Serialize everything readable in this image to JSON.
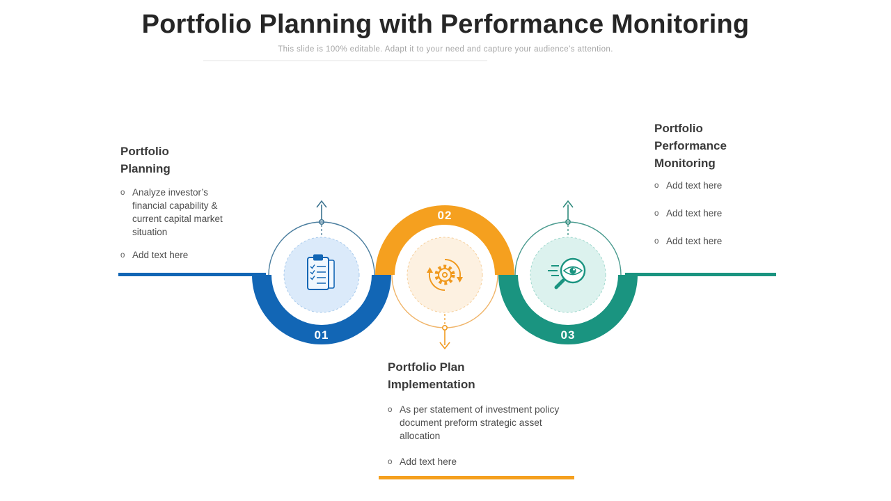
{
  "slide": {
    "title": "Portfolio Planning with Performance Monitoring",
    "subtitle": "This slide is 100% editable. Adapt it to your need and capture your audience’s attention."
  },
  "ui": {
    "bullet_marker": "o"
  },
  "colors": {
    "step1_blue": "#1266b5",
    "step2_orange": "#f5a01f",
    "step3_teal": "#1a9480"
  },
  "steps": [
    {
      "number": "01",
      "label": "Portfolio Planning",
      "icon": "clipboard-checklist-icon",
      "color": "#1266b5",
      "bullets": [
        "Analyze investor’s financial capability & current capital market situation",
        "Add text here"
      ]
    },
    {
      "number": "02",
      "label": "Portfolio Plan Implementation",
      "icon": "sync-gear-icon",
      "color": "#f5a01f",
      "bullets": [
        "As per statement of investment policy document preform strategic asset allocation",
        "Add text here"
      ]
    },
    {
      "number": "03",
      "label": "Portfolio Performance Monitoring",
      "icon": "search-eye-icon",
      "color": "#1a9480",
      "bullets": [
        "Add text here",
        "Add text here",
        "Add text here"
      ]
    }
  ]
}
